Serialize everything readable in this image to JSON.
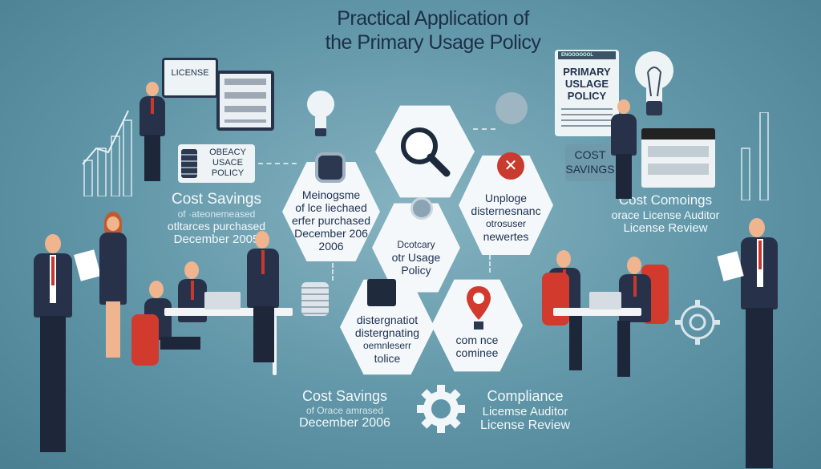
{
  "title": {
    "line1": "Practical Application of",
    "line2": "the Primary Usage Policy"
  },
  "top_left": {
    "monitor_label": "LICENSE",
    "policy_card": [
      "OBEACY",
      "USACE",
      "POLICY"
    ]
  },
  "left_block": {
    "heading": "Cost Savings",
    "line1": "of ·ateonemeased",
    "line2": "otltarces purchased",
    "line3": "December 2005"
  },
  "hexagons": {
    "left": {
      "lines": [
        "Meinogsme",
        "of lce liechaed",
        "erfer purchased",
        "December 206",
        "2006"
      ]
    },
    "center": {
      "lines": [
        "Dcotcary",
        "otr Usage",
        "Policy"
      ]
    },
    "right": {
      "lines": [
        "Unploge",
        "disternesnanc",
        "otrosuser",
        "newertes"
      ]
    },
    "bottom_left": {
      "lines": [
        "distergnatiot",
        "distergnating",
        "oemnleserr",
        "tolice"
      ]
    },
    "bottom_right": {
      "lines": [
        "com nce",
        "cominee"
      ]
    }
  },
  "bottom_left_block": {
    "heading": "Cost Savings",
    "line1": "of Orace amrased",
    "line2": "December 2006"
  },
  "bottom_right_block": {
    "heading": "Compliance",
    "line1": "Licemse Auditor",
    "line2": "License Review"
  },
  "top_right": {
    "doc_header": "ENOOOOOOL",
    "doc_title": [
      "PRIMARY",
      "USLAGE",
      "POLICY"
    ],
    "cost_card": [
      "COST",
      "SAVINGS"
    ]
  },
  "right_block": {
    "heading": "Cost Comoings",
    "line1": "orace License Auditor",
    "line2": "License Review"
  },
  "colors": {
    "background": "#5f95a7",
    "accent_red": "#d23a2e",
    "navy": "#1d2f4a"
  }
}
